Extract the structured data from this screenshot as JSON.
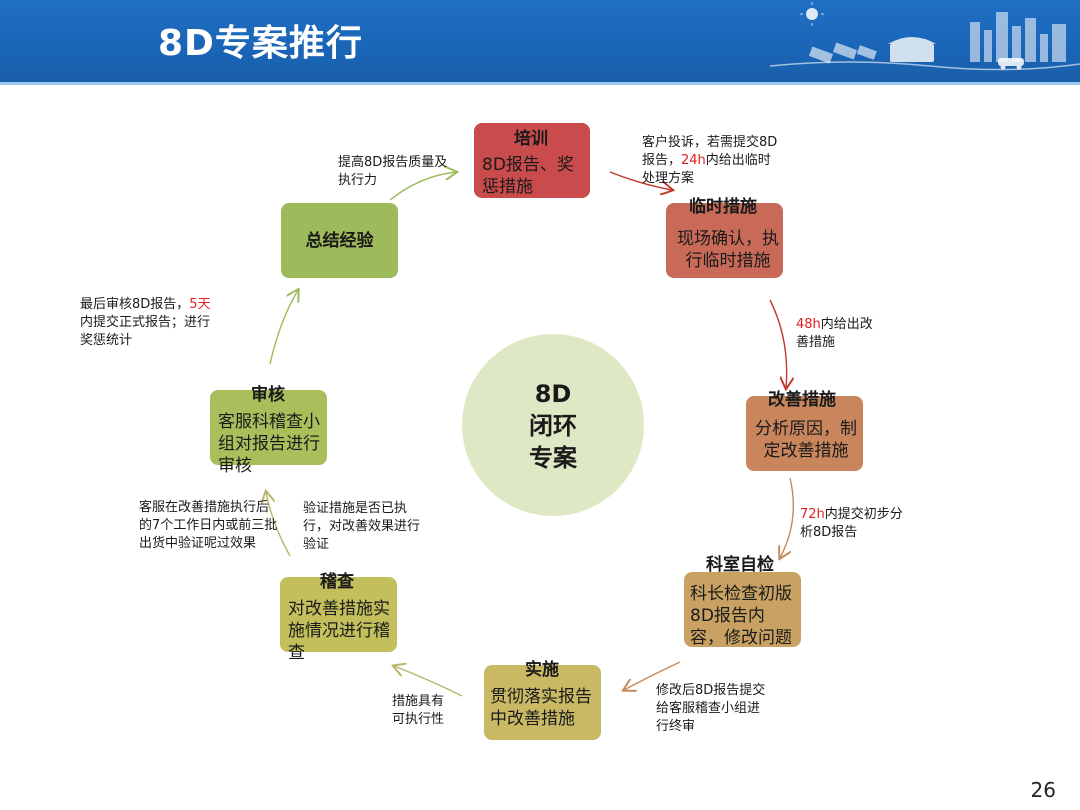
{
  "title": "8D专案推行",
  "center": {
    "line1": "8D",
    "line2": "闭环",
    "line3": "专案"
  },
  "steps": [
    {
      "title": "培训",
      "text": "8D报告、奖惩措施",
      "color": "#c94b4b"
    },
    {
      "title": "临时措施",
      "text": "现场确认，执行临时措施",
      "color": "#c96a58"
    },
    {
      "title": "改善措施",
      "text": "分析原因，制定改善措施",
      "color": "#c9865c"
    },
    {
      "title": "科室自检",
      "text": "科长检查初版8D报告内容，修改问题",
      "color": "#c9a263"
    },
    {
      "title": "实施",
      "text": "贯彻落实报告中改善措施",
      "color": "#c9b965"
    },
    {
      "title": "稽查",
      "text": "对改善措施实施情况进行稽查",
      "color": "#c2bf5c"
    },
    {
      "title": "审核",
      "text": "客服科稽查小组对报告进行审核",
      "color": "#a9bf5c"
    },
    {
      "title": "",
      "text": "总结经验",
      "color": "#9dbb5a"
    }
  ],
  "notes": {
    "n1": {
      "pre": "客户投诉，若需提交8D报告，",
      "red": "24h",
      "post": "内给出临时处理方案"
    },
    "n2": {
      "pre": "",
      "red": "48h",
      "post": "内给出改善措施"
    },
    "n3": {
      "pre": "",
      "red": "72h",
      "post": "内提交初步分析8D报告"
    },
    "n4": "修改后8D报告提交给客服稽查小组进行终审",
    "n5": "措施具有可执行性",
    "n6": "客服在改善措施执行后的7个工作日内或前三批出货中验证呢过效果",
    "n7": "验证措施是否已执行，对改善效果进行验证",
    "n8": {
      "pre": "最后审核8D报告，",
      "red": "5天",
      "post": "内提交正式报告；进行奖惩统计"
    },
    "n9": "提高8D报告质量及执行力"
  },
  "page_number": "26",
  "colors": {
    "header": "#1a63b4",
    "arrow_red": "#c0392b",
    "arrow_brown": "#c58a5a",
    "arrow_olive": "#b7b56a",
    "arrow_green": "#9dbb5a"
  }
}
